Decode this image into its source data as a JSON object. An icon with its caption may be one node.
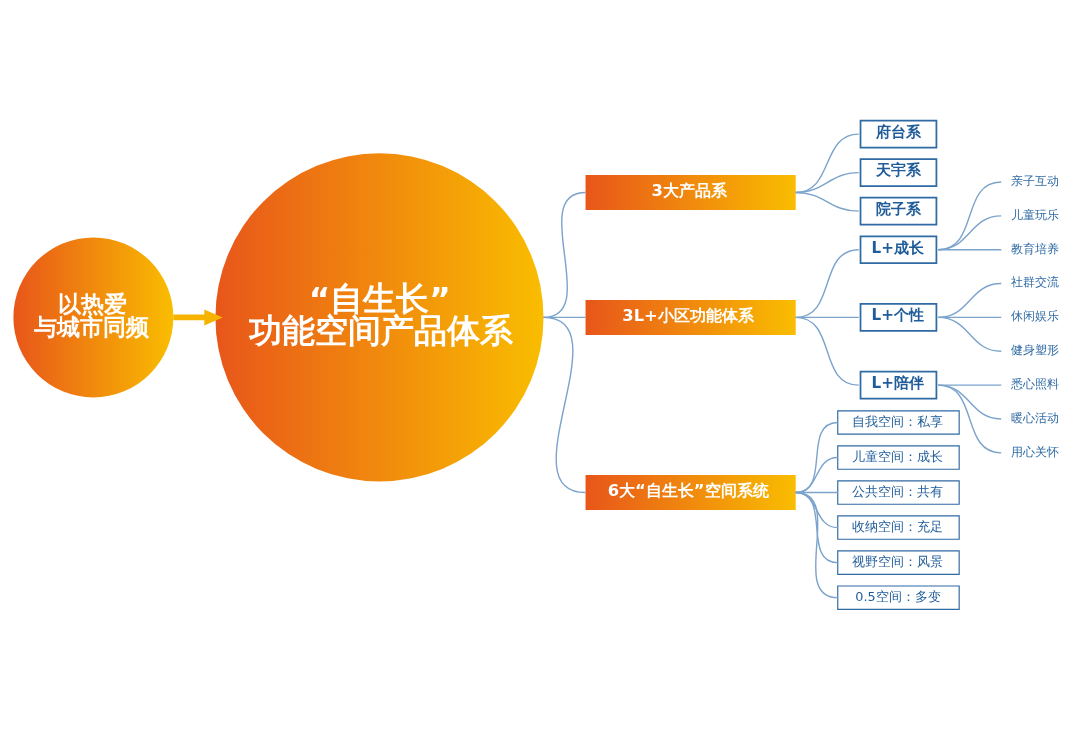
{
  "diagram": {
    "nodes": [
      {
        "text": [
          "以热爱与城市同频"
        ]
      },
      {
        "text": [
          "“自生长”功能空间产品体系"
        ]
      },
      {
        "text": [
          "3大产品系"
        ]
      },
      {
        "text": [
          "府台系"
        ]
      },
      {
        "text": [
          "天宇系"
        ]
      },
      {
        "text": [
          "院子系"
        ]
      },
      {
        "text": [
          "3L+小区功能体系"
        ]
      },
      {
        "text": [
          "L+成长"
        ]
      },
      {
        "text": [
          "亲子互动"
        ]
      },
      {
        "text": [
          "儿童玩乐"
        ]
      },
      {
        "text": [
          "教育培养"
        ]
      },
      {
        "text": [
          "L+个性"
        ]
      },
      {
        "text": [
          "社群交流"
        ]
      },
      {
        "text": [
          "休闲娱乐"
        ]
      },
      {
        "text": [
          "健身塑形"
        ]
      },
      {
        "text": [
          "L+陪伴"
        ]
      },
      {
        "text": [
          "悉心照料"
        ]
      },
      {
        "text": [
          "暖心活动"
        ]
      },
      {
        "text": [
          "用心关怀"
        ]
      },
      {
        "text": [
          "6大“自生长”空间系统"
        ]
      },
      {
        "text": [
          "自我空间：私享"
        ]
      },
      {
        "text": [
          "儿童空间：成长"
        ]
      },
      {
        "text": [
          "公共空间：共有"
        ]
      },
      {
        "text": [
          "收纳空间：充足"
        ]
      },
      {
        "text": [
          "视野空间：风景"
        ]
      },
      {
        "text": [
          "0.5空间：多变"
        ]
      }
    ],
    "edges": [
      {
        "from": 0,
        "to": 1,
        "arrow": "to",
        "style": "thick",
        "color": "#f6b400"
      },
      {
        "from": 1,
        "to": 2,
        "arrow": "none"
      },
      {
        "from": 1,
        "to": 6,
        "arrow": "none"
      },
      {
        "from": 1,
        "to": 19,
        "arrow": "none"
      },
      {
        "from": 2,
        "to": 3,
        "arrow": "none"
      },
      {
        "from": 2,
        "to": 4,
        "arrow": "none"
      },
      {
        "from": 2,
        "to": 5,
        "arrow": "none"
      },
      {
        "from": 6,
        "to": 7,
        "arrow": "none"
      },
      {
        "from": 6,
        "to": 11,
        "arrow": "none"
      },
      {
        "from": 6,
        "to": 15,
        "arrow": "none"
      },
      {
        "from": 7,
        "to": 8,
        "arrow": "none"
      },
      {
        "from": 7,
        "to": 9,
        "arrow": "none"
      },
      {
        "from": 7,
        "to": 10,
        "arrow": "none"
      },
      {
        "from": 11,
        "to": 12,
        "arrow": "none"
      },
      {
        "from": 11,
        "to": 13,
        "arrow": "none"
      },
      {
        "from": 11,
        "to": 14,
        "arrow": "none"
      },
      {
        "from": 15,
        "to": 16,
        "arrow": "none"
      },
      {
        "from": 15,
        "to": 17,
        "arrow": "none"
      },
      {
        "from": 15,
        "to": 18,
        "arrow": "none"
      },
      {
        "from": 19,
        "to": 20,
        "arrow": "none"
      },
      {
        "from": 19,
        "to": 21,
        "arrow": "none"
      },
      {
        "from": 19,
        "to": 22,
        "arrow": "none"
      },
      {
        "from": 19,
        "to": 23,
        "arrow": "none"
      },
      {
        "from": 19,
        "to": 24,
        "arrow": "none"
      },
      {
        "from": 19,
        "to": 25,
        "arrow": "none"
      }
    ]
  }
}
